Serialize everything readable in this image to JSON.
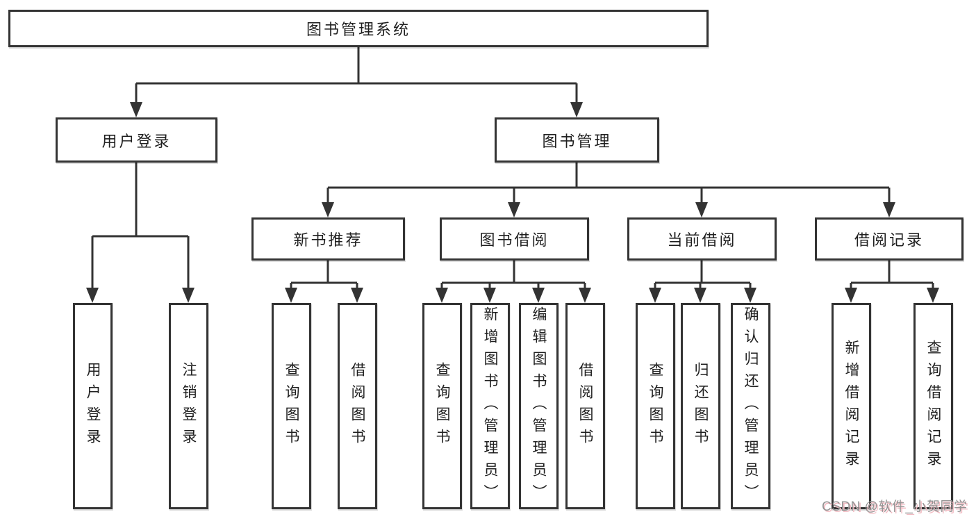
{
  "diagram": {
    "root": {
      "label": "图书管理系统"
    },
    "branches": [
      {
        "label": "用户登录",
        "children": [
          "用户登录",
          "注销登录"
        ]
      },
      {
        "label": "图书管理",
        "children": [
          {
            "label": "新书推荐",
            "children": [
              "查询图书",
              "借阅图书"
            ]
          },
          {
            "label": "图书借阅",
            "children": [
              "查询图书",
              "新增图书（管理员）",
              "编辑图书（管理员）",
              "借阅图书"
            ]
          },
          {
            "label": "当前借阅",
            "children": [
              "查询图书",
              "归还图书",
              "确认归还（管理员）"
            ]
          },
          {
            "label": "借阅记录",
            "children": [
              "新增借阅记录",
              "查询借阅记录"
            ]
          }
        ]
      }
    ],
    "watermark": "CSDN @软件_小贺同学"
  }
}
